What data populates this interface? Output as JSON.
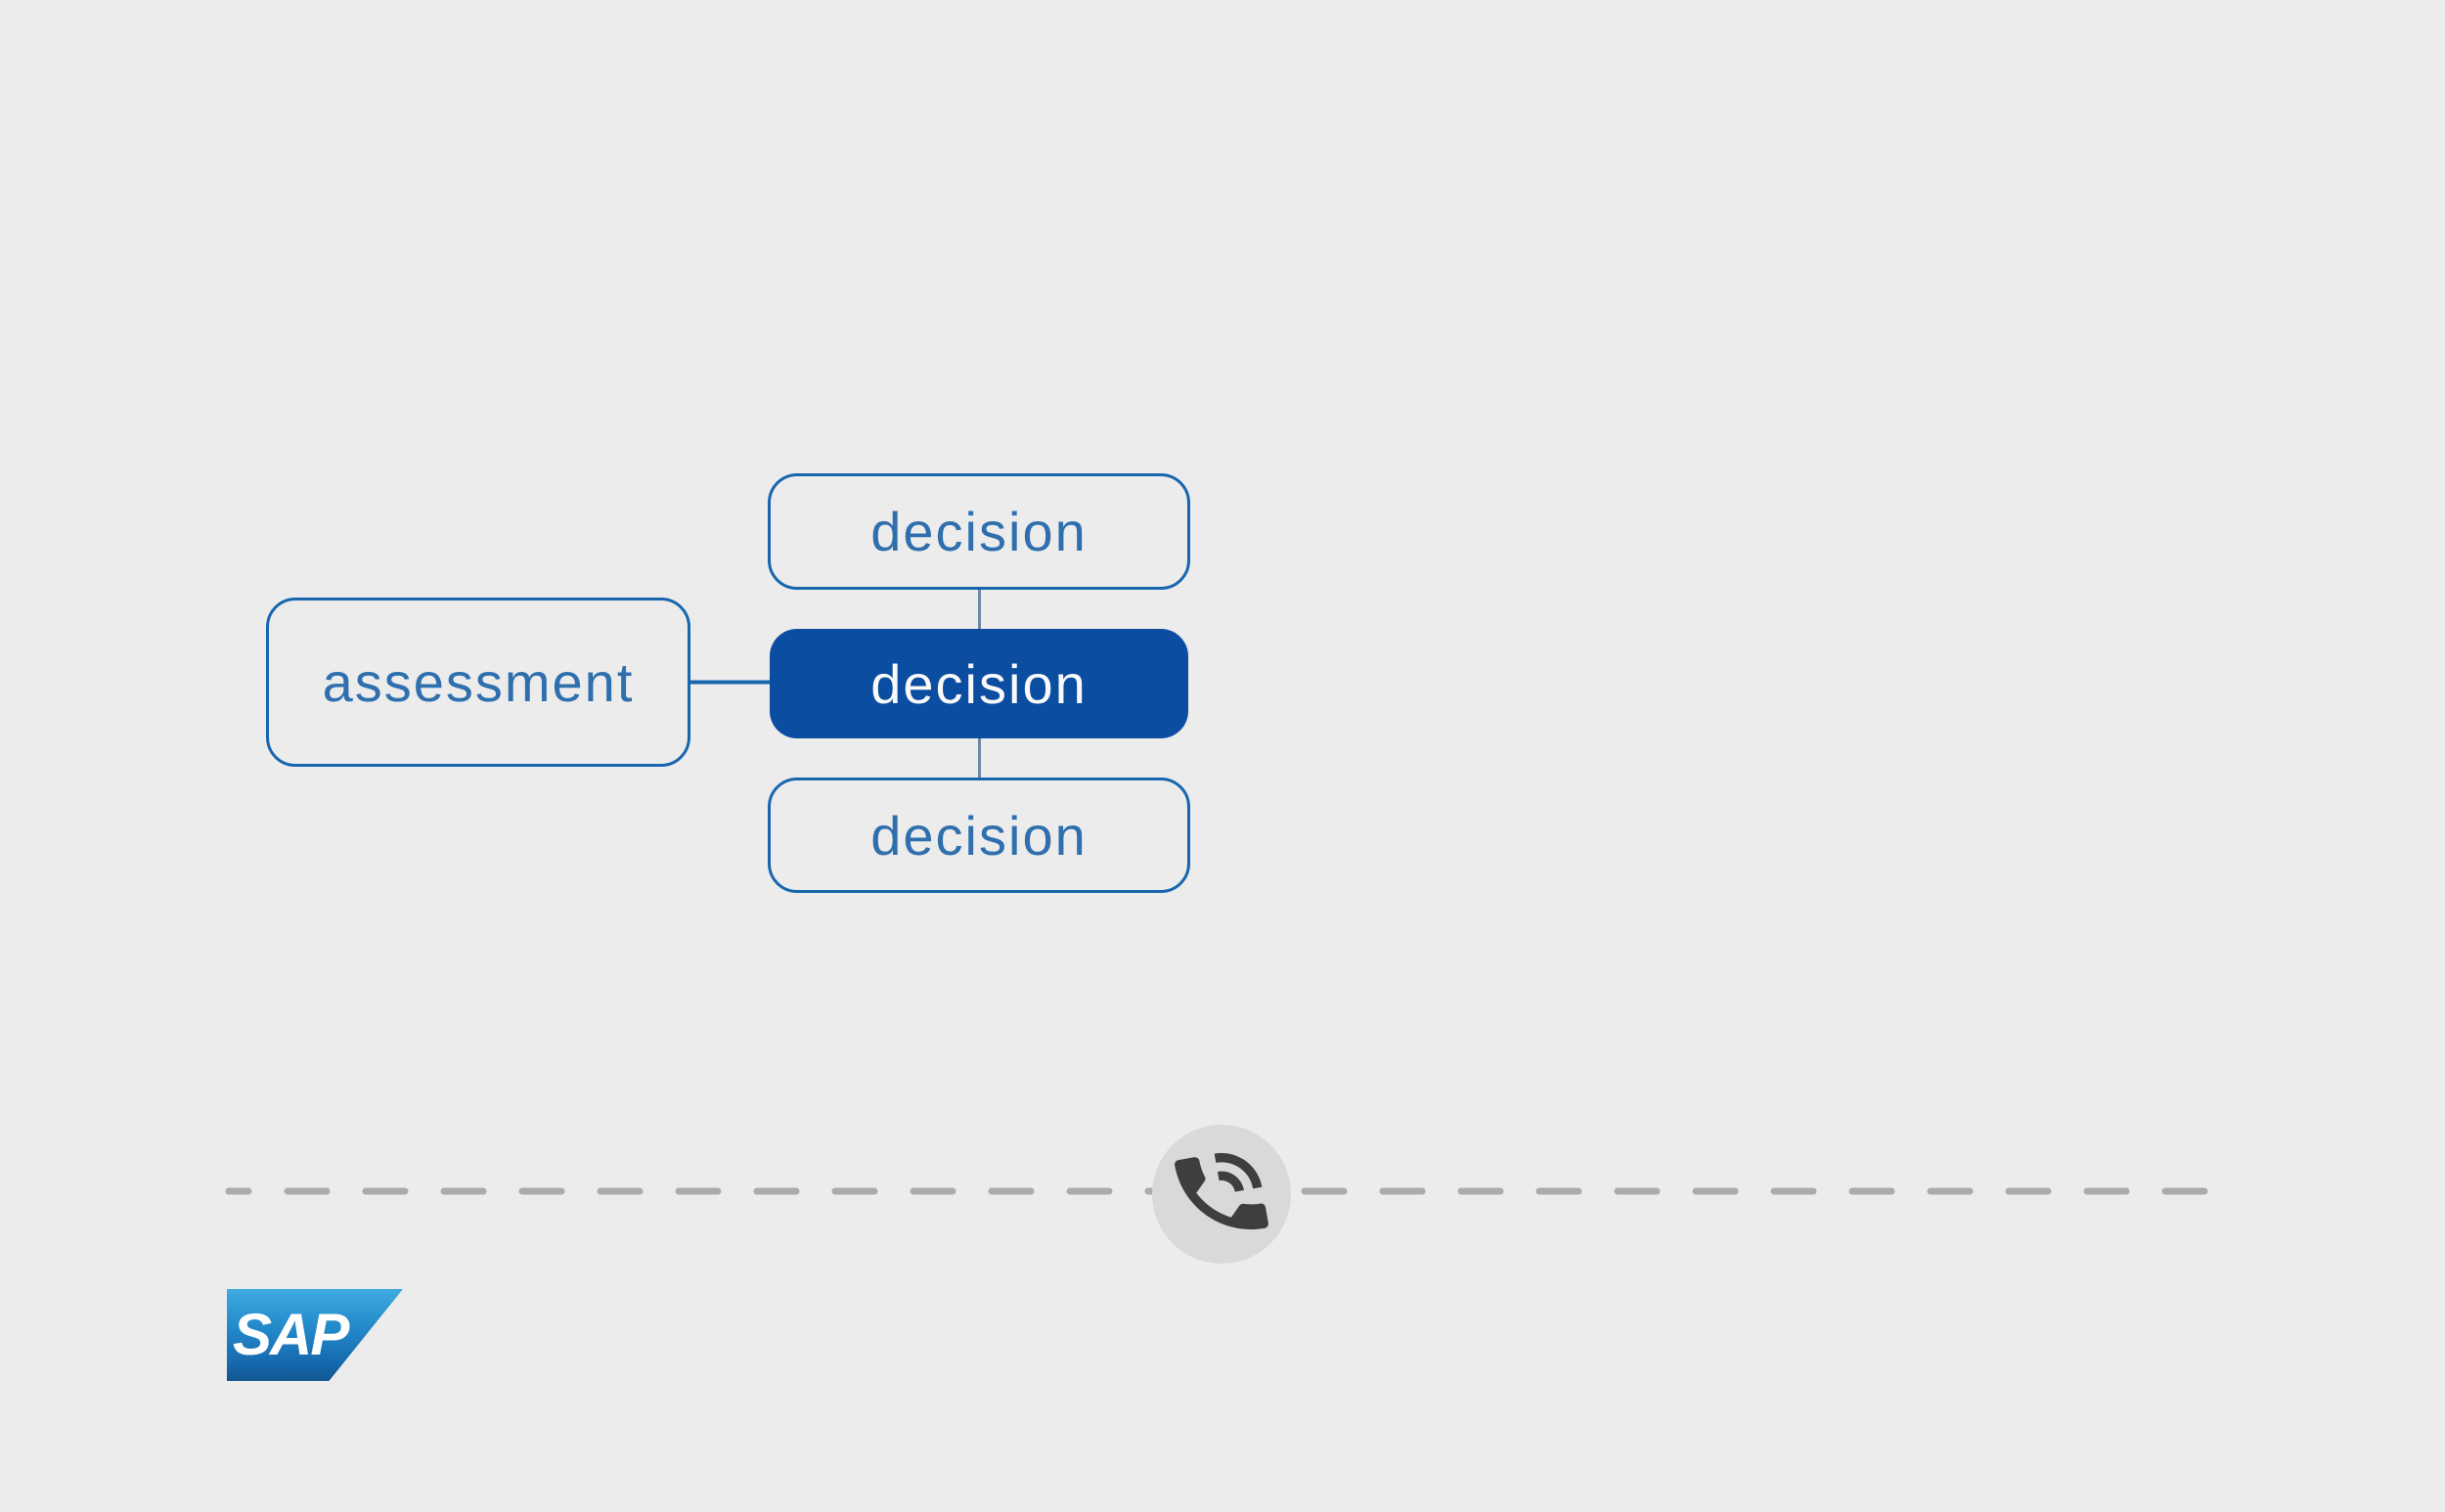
{
  "canvas": {
    "background": "#ececec"
  },
  "diagram": {
    "nodes": [
      {
        "id": "decision-top",
        "label": "decision",
        "variant": "outline"
      },
      {
        "id": "decision-center",
        "label": "decision",
        "variant": "filled"
      },
      {
        "id": "decision-bottom",
        "label": "decision",
        "variant": "outline"
      },
      {
        "id": "assessment",
        "label": "assessment",
        "variant": "outline"
      }
    ],
    "colors": {
      "outline_border": "#1766ae",
      "outline_text": "#2f6fad",
      "filled_background": "#0b4da1",
      "filled_text": "#fafafa",
      "connector_vertical": "#6e87a6",
      "connector_horizontal": "#1766ae"
    }
  },
  "divider": {
    "style": "dashed",
    "color": "#ababab"
  },
  "phone_badge": {
    "icon": "phone-in-talk-icon",
    "circle_color": "#d9d9d9",
    "icon_color": "#3e3e3e"
  },
  "logo": {
    "text": "SAP",
    "gradient_top": "#3fabe0",
    "gradient_bottom": "#12568f"
  }
}
